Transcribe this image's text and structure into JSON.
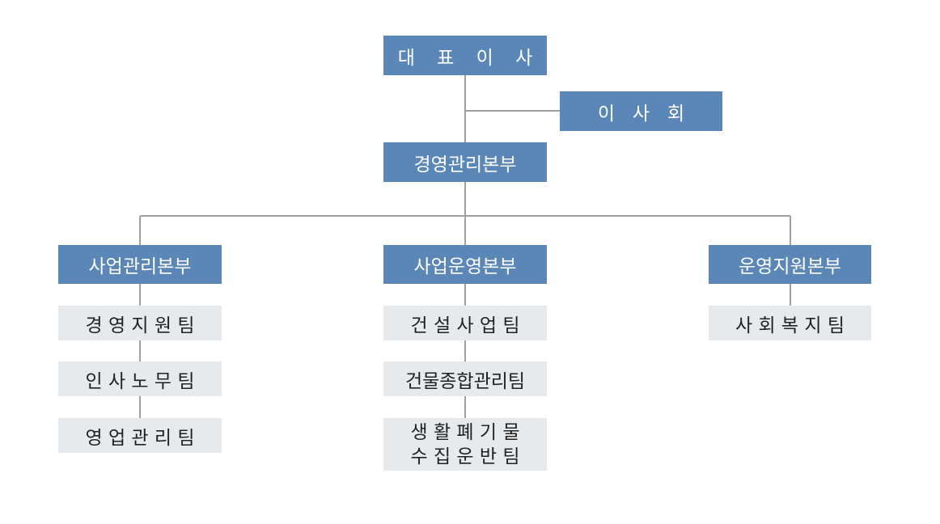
{
  "chart": {
    "ceo": "대 표 이 사",
    "board": "이   사   회",
    "hq": "경영관리본부",
    "divisions": [
      {
        "name": "사업관리본부",
        "teams": [
          "경 영 지 원 팀",
          "인 사 노 무 팀",
          "영 업 관 리 팀"
        ]
      },
      {
        "name": "사업운영본부",
        "teams": [
          "건 설 사 업 팀",
          "건물종합관리팀",
          "생 활 폐 기 물\n수 집 운 반 팀"
        ]
      },
      {
        "name": "운영지원본부",
        "teams": [
          "사 회 복 지 팀"
        ]
      }
    ]
  },
  "colors": {
    "primary_box": "#5b87b8",
    "secondary_box": "#e7eaed",
    "connector": "#a0a0a0"
  }
}
